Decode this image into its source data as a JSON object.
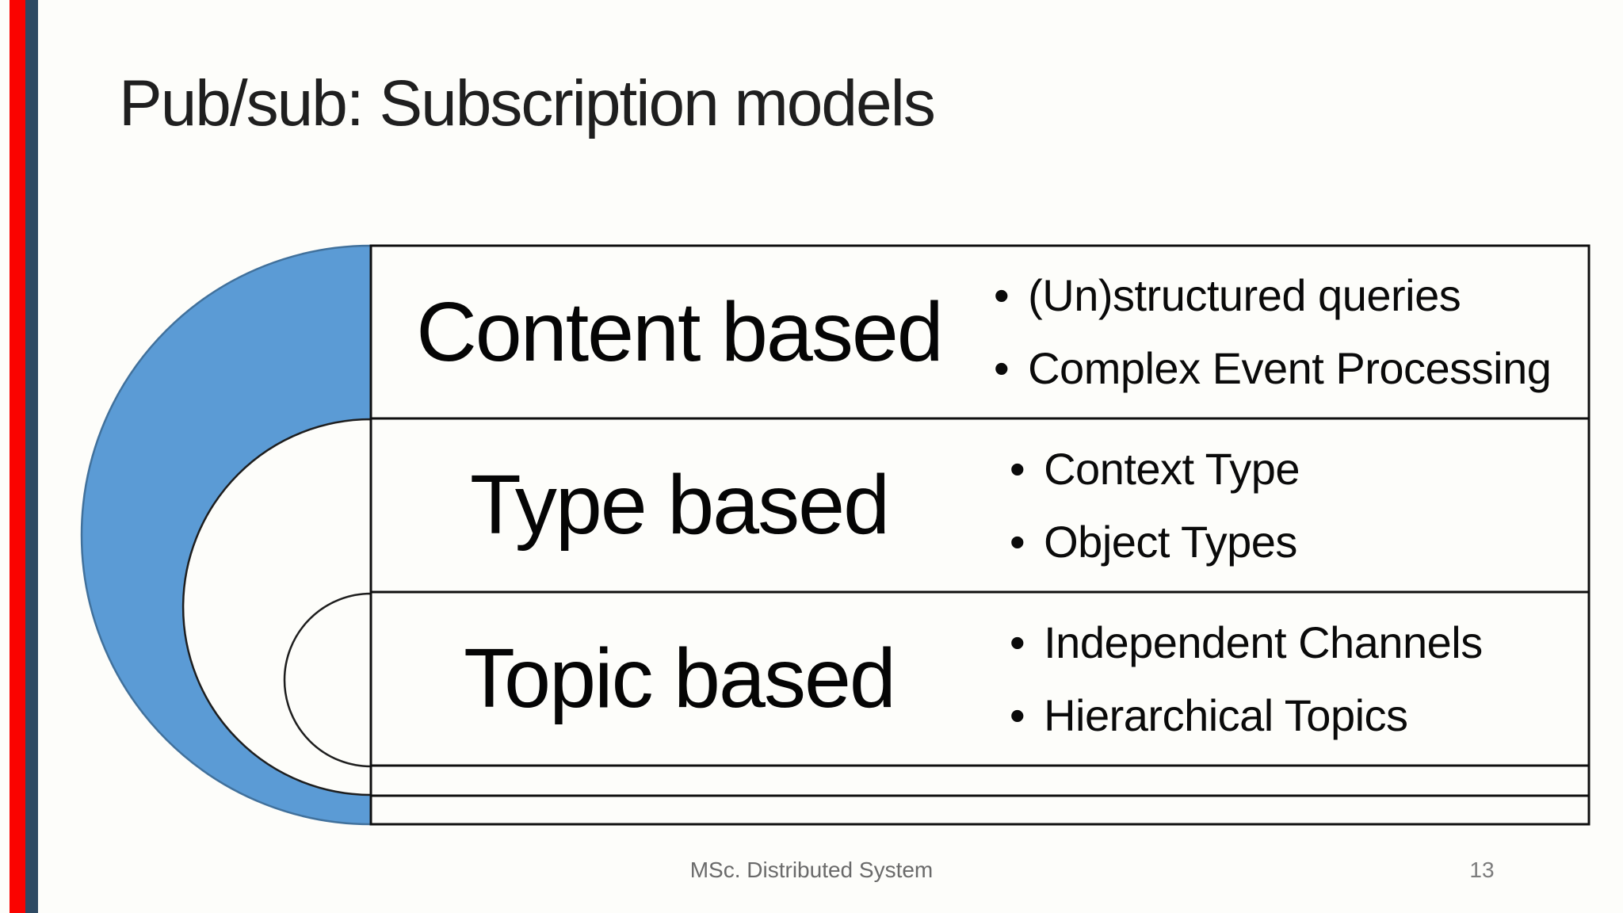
{
  "slide": {
    "title": "Pub/sub: Subscription models",
    "footer_text": "MSc. Distributed System",
    "page_number": "13"
  },
  "diagram": {
    "type": "nested-half-circles-with-rows",
    "bullet_glyph": "•",
    "rows": [
      {
        "title": "Content based",
        "bullets": [
          "(Un)structured queries",
          "Complex Event Processing"
        ]
      },
      {
        "title": "Type based",
        "bullets": [
          "Context Type",
          "Object Types"
        ]
      },
      {
        "title": "Topic based",
        "bullets": [
          "Independent Channels",
          "Hierarchical Topics"
        ]
      }
    ]
  },
  "colors": {
    "arc_fill": "#5B9BD5",
    "arc_stroke": "#41719C",
    "row_border": "#0f0f0f",
    "accent_red": "#FA0300",
    "accent_navy": "#2E4A63",
    "background": "#FDFDFA",
    "footer_gray": "#6A6A6A"
  }
}
